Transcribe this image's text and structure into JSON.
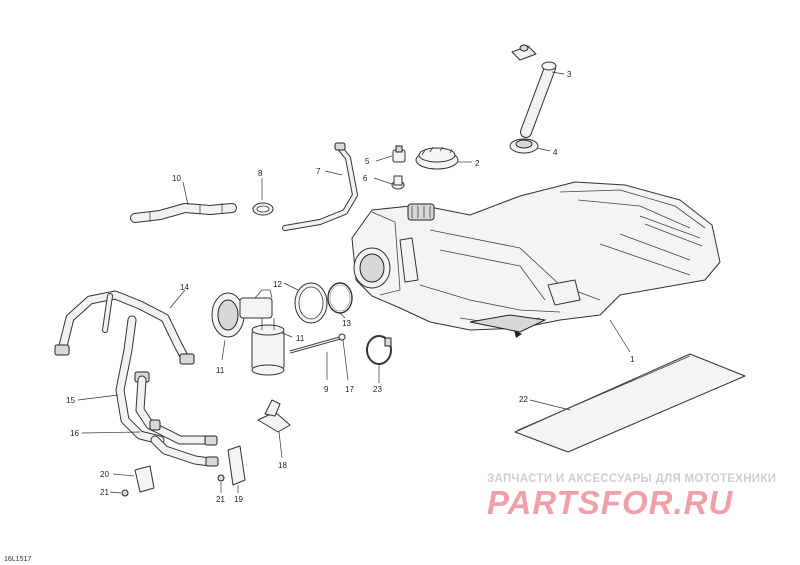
{
  "figure": {
    "code": "16L1517",
    "callouts": [
      {
        "id": "c1",
        "label": "1"
      },
      {
        "id": "c2",
        "label": "2"
      },
      {
        "id": "c3",
        "label": "3"
      },
      {
        "id": "c4",
        "label": "4"
      },
      {
        "id": "c5",
        "label": "5"
      },
      {
        "id": "c6",
        "label": "6"
      },
      {
        "id": "c7",
        "label": "7"
      },
      {
        "id": "c8",
        "label": "8"
      },
      {
        "id": "c9",
        "label": "9"
      },
      {
        "id": "c10",
        "label": "10"
      },
      {
        "id": "c11a",
        "label": "11"
      },
      {
        "id": "c11b",
        "label": "11"
      },
      {
        "id": "c12",
        "label": "12"
      },
      {
        "id": "c13",
        "label": "13"
      },
      {
        "id": "c14",
        "label": "14"
      },
      {
        "id": "c15",
        "label": "15"
      },
      {
        "id": "c16",
        "label": "16"
      },
      {
        "id": "c17",
        "label": "17"
      },
      {
        "id": "c18",
        "label": "18"
      },
      {
        "id": "c19",
        "label": "19"
      },
      {
        "id": "c20",
        "label": "20"
      },
      {
        "id": "c21a",
        "label": "21"
      },
      {
        "id": "c21b",
        "label": "21"
      },
      {
        "id": "c22",
        "label": "22"
      },
      {
        "id": "c23",
        "label": "23"
      }
    ]
  },
  "watermark": {
    "tagline": "ЗАПЧАСТИ И АКСЕССУАРЫ ДЛЯ МОТОТЕХНИКИ",
    "brand": "PARTSFOR.RU",
    "brand_color": "#f0a0a8"
  }
}
